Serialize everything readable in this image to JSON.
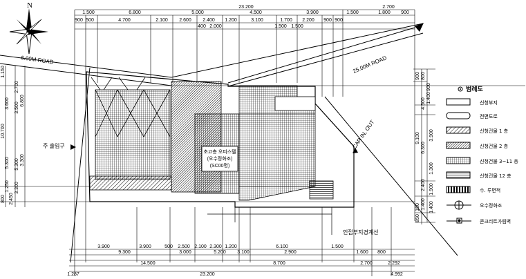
{
  "north_label": "N",
  "roads": {
    "left": "6.00M ROAD",
    "diagonal": "25.00M ROAD"
  },
  "labels": {
    "entrance": "주 출입구",
    "car": "CAR IN, OUT",
    "boundary": "인접부지경계선",
    "center_lines": [
      "초고층 오피스텔",
      "(오수정화조)",
      "(SC00명)"
    ]
  },
  "legend": {
    "title": "범례도",
    "items": [
      {
        "label": "신청부지"
      },
      {
        "label": "전면도로"
      },
      {
        "label": "신청건물 1 층"
      },
      {
        "label": "신청건물 2 층"
      },
      {
        "label": "신청건물 3~11 층"
      },
      {
        "label": "신청건물 12 층"
      },
      {
        "label": "수. 루면적"
      },
      {
        "label": "오수정화조"
      },
      {
        "label": "콘크리트가림벽"
      }
    ]
  },
  "dims": {
    "top_total": "23.200",
    "top_right": "2.700",
    "top_row1": [
      "1.500",
      "6.800",
      "5.000",
      "4.500",
      "3.900",
      "1.500",
      "1.800",
      "900"
    ],
    "top_row2": [
      "900",
      "500",
      "4.700",
      "2.100",
      "2.600",
      "2.400",
      "1.200",
      "3.100",
      "1.700",
      "2.200",
      "900",
      "900"
    ],
    "top_row3": [
      "400",
      "2.000",
      "1.500",
      "1.500"
    ],
    "left_outer": [
      "1.150",
      "3.600",
      "10.700",
      "5.300",
      "1.250",
      "800",
      "2.450"
    ],
    "left_inner": [
      "2.700",
      "3.500",
      "6.800",
      "5.300",
      "3.300",
      "3.300"
    ],
    "right_outer": [
      "900",
      "800",
      "9.100",
      "6.300",
      "1.300",
      "1.400",
      "1.900",
      "150",
      "850"
    ],
    "right_inner": [
      "900",
      "1.400",
      "4.500",
      "3.900",
      "2.400",
      "1.400"
    ],
    "bottom_row1": [
      "3.900",
      "3.900",
      "500",
      "2.500",
      "2.100",
      "2.300",
      "1.200",
      "6.100",
      "1.500"
    ],
    "bottom_row2": [
      "9.300",
      "3.000",
      "5.200",
      "3.100",
      "2.900",
      "1.600",
      "800"
    ],
    "bottom_row3": [
      "14.500",
      "8.700",
      "2.700",
      "2.292"
    ],
    "bottom_total": "23.200",
    "bottom_left": "1.287",
    "bottom_right": "4.992"
  }
}
